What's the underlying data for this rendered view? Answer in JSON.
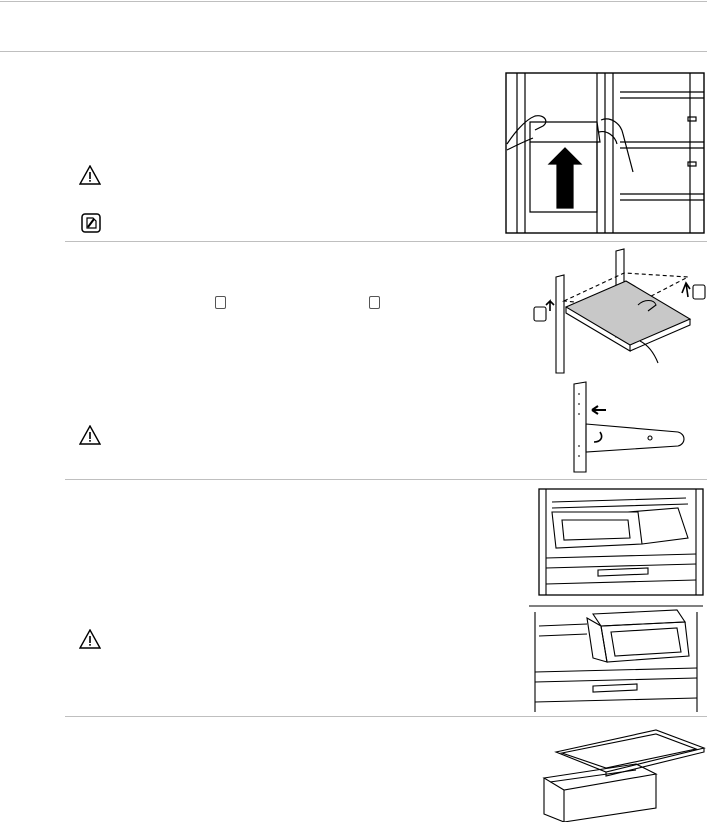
{
  "page": {
    "title": "",
    "sections": [
      {
        "name": "door-bin-removal",
        "icons": [
          "warning-icon",
          "note-icon"
        ]
      },
      {
        "name": "shelf-removal",
        "icons": [
          "warning-icon"
        ],
        "step_markers": 2
      },
      {
        "name": "drawer-removal",
        "icons": [
          "warning-icon"
        ]
      },
      {
        "name": "drawer-cover-removal",
        "icons": []
      }
    ]
  },
  "colors": {
    "rule": "#bfbfbf",
    "line_art": "#000000",
    "shelf_fill": "#c8c8c8",
    "arrow_fill": "#000000"
  }
}
